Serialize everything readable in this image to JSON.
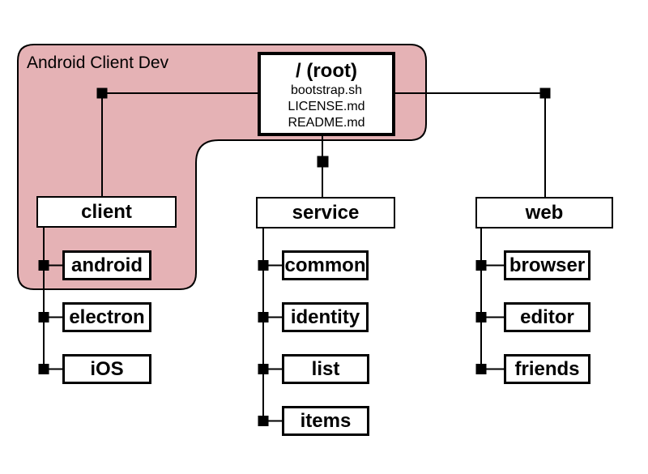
{
  "diagram": {
    "region": {
      "label": "Android Client Dev",
      "fill": "#E5B2B5",
      "stroke": "#000000"
    },
    "root": {
      "title": "/ (root)",
      "files": [
        "bootstrap.sh",
        "LICENSE.md",
        "README.md"
      ]
    },
    "groups": [
      {
        "label": "client",
        "children": [
          "android",
          "electron",
          "iOS"
        ]
      },
      {
        "label": "service",
        "children": [
          "common",
          "identity",
          "list",
          "items"
        ]
      },
      {
        "label": "web",
        "children": [
          "browser",
          "editor",
          "friends"
        ]
      }
    ]
  }
}
